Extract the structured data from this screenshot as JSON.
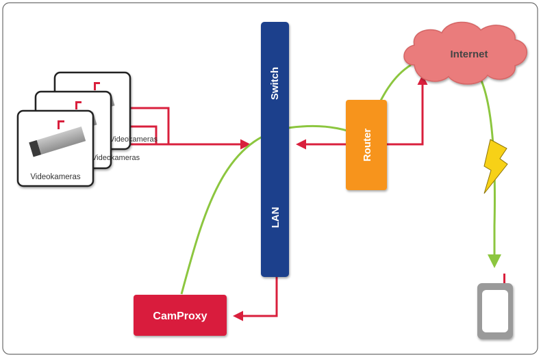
{
  "labels": {
    "camera_front": "Videokameras",
    "camera_middle": "Videokameras",
    "camera_back": "Videokameras",
    "switch": "Switch",
    "lan": "LAN",
    "router": "Router",
    "internet": "Internet",
    "camproxy": "CamProxy"
  },
  "colors": {
    "red_line": "#d91f3c",
    "green_line": "#8cc63f",
    "switch_bar": "#1a3f8c",
    "router_box": "#f7941d",
    "camproxy_box": "#d91f3c",
    "cloud_fill": "#ea7b7b",
    "lightning": "#f7d117"
  },
  "icons": [
    "video-camera-icon",
    "cloud-icon",
    "lightning-icon",
    "mobile-phone-icon"
  ]
}
